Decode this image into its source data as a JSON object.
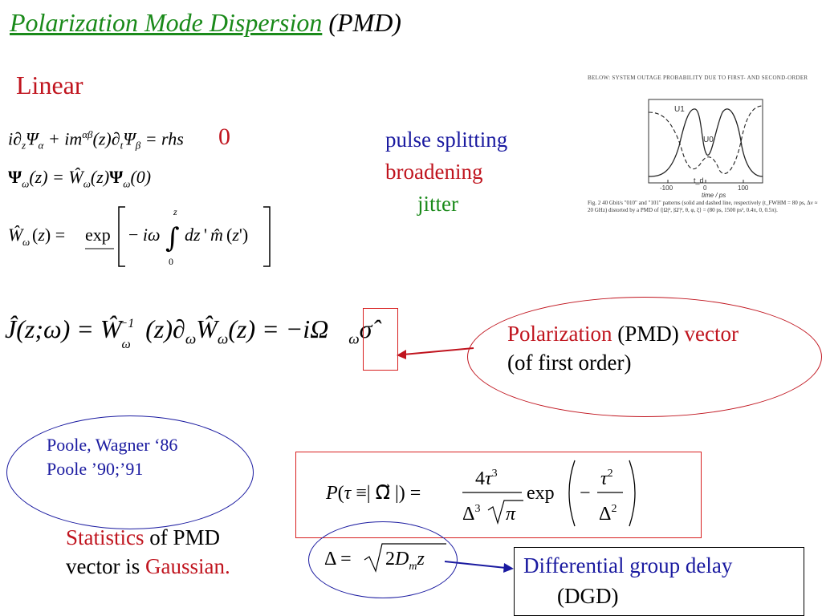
{
  "title": {
    "main": "Polarization Mode Dispersion",
    "suffix": "(PMD)"
  },
  "section": {
    "label": "Linear"
  },
  "equations": {
    "eq1": "i∂_z Ψ_α + i m^{αβ}(z) ∂_t Ψ_β = rhs",
    "eq1_rhs_override": "0",
    "eq2": "Ψ_ω(z) = Ŵ_ω(z) Ψ_ω(0)",
    "eq3": "Ŵ_ω(z) = exp[ − iω ∫_0^z dz' m̂(z') ]",
    "eq4": "Ĵ(z;ω) = Ŵ_ω^{-1}(z) ∂_ω Ŵ_ω(z) = −i Ω⃗_ω σ̂⃗",
    "eq5": "P(τ ≡ |Ω⃗|) = 4τ³ / (Δ³√π) exp(−τ²/Δ²)",
    "eq6": "Δ = √(2 D_m z)"
  },
  "effects": {
    "items": [
      "pulse splitting",
      "broadening",
      "jitter"
    ],
    "colors": [
      "#1a1aa0",
      "#c0141e",
      "#1a8a1a"
    ]
  },
  "figure": {
    "header": "BELOW: SYSTEM OUTAGE PROBABILITY DUE TO FIRST- AND SECOND-ORDER",
    "curve_labels": [
      "U1",
      "U0"
    ],
    "marker_label": "t_d",
    "x_ticks": [
      "-100",
      "0",
      "100"
    ],
    "x_label": "time / ps",
    "caption": "Fig. 2    40 Gbit/s \"010\" and \"101\" patterns (solid and dashed line, respectively (t_FWHM = 80 ps, Δν ≈ 20 GHz) distorted by a PMD of ⟨|Ω|², |Ω'|², θ, φ, ξ⟩ = (80 ps, 1500 ps², 0.4π, 0, 0.5π)."
  },
  "callouts": {
    "pmd_vector": {
      "part1": "Polarization",
      "part2": " (PMD) ",
      "part3": "vector",
      "line2": "(of first order)"
    },
    "references": {
      "line1": "Poole, Wagner ‘86",
      "line2": "Poole ’90;’91"
    },
    "statistics": {
      "part1": "Statistics",
      "part2": " of PMD",
      "line2a": "vector is ",
      "line2b": "Gaussian."
    },
    "dgd": {
      "line1": "Differential group delay",
      "line2": "(DGD)"
    }
  },
  "colors": {
    "red": "#c0141e",
    "blue": "#1a1aa0",
    "green": "#1a8a1a",
    "title_green": "#1a8a1a"
  }
}
